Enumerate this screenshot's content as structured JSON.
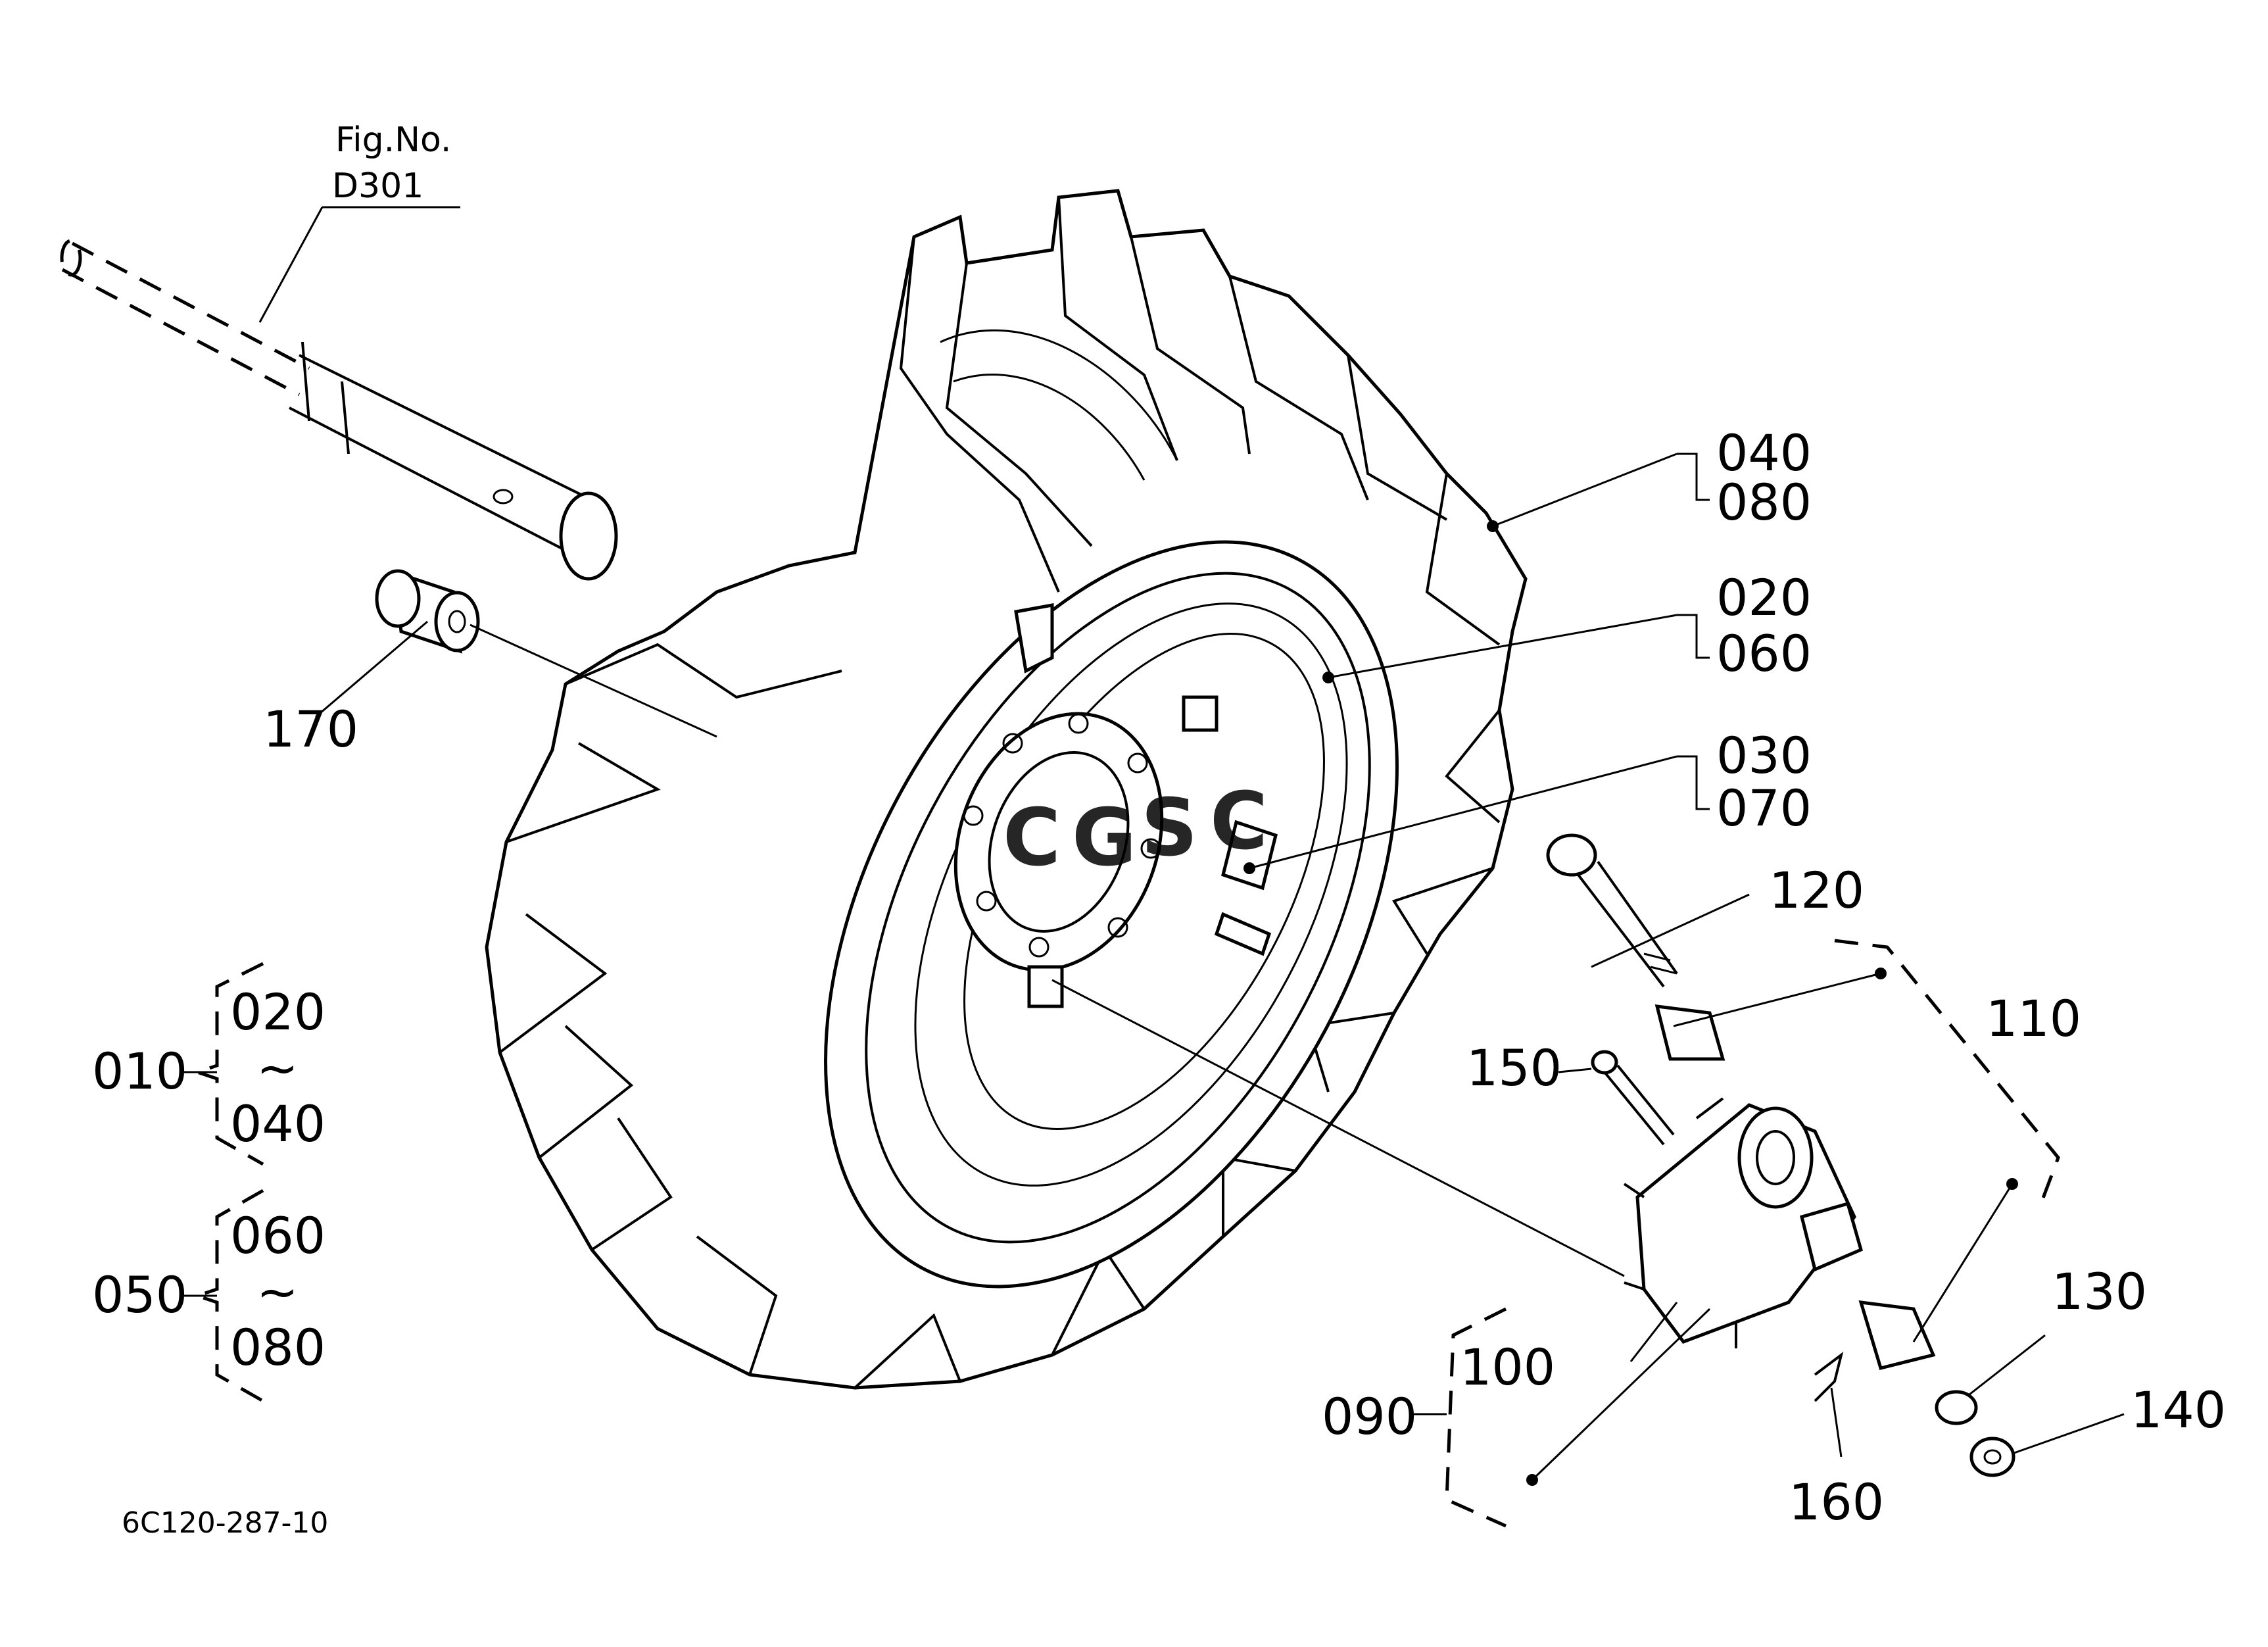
{
  "figure_ref": {
    "line1": "Fig.No.",
    "line2": "D301"
  },
  "drawing_number": "6C120-287-10",
  "watermark": {
    "letters": [
      "C",
      "G",
      "S",
      "C"
    ],
    "colors": [
      "#4285F4",
      "#EA4335",
      "#FBBC05",
      "#34A853"
    ]
  },
  "callouts": {
    "c040": "040",
    "c080": "080",
    "c020": "020",
    "c060": "060",
    "c030": "030",
    "c070": "070",
    "c120": "120",
    "c110": "110",
    "c150": "150",
    "c170": "170",
    "c100": "100",
    "c090": "090",
    "c130": "130",
    "c140": "140",
    "c160": "160"
  },
  "assemblies": {
    "a010": {
      "id": "010",
      "from": "020",
      "sep": "~",
      "to": "040"
    },
    "a050": {
      "id": "050",
      "from": "060",
      "sep": "~",
      "to": "080"
    }
  }
}
